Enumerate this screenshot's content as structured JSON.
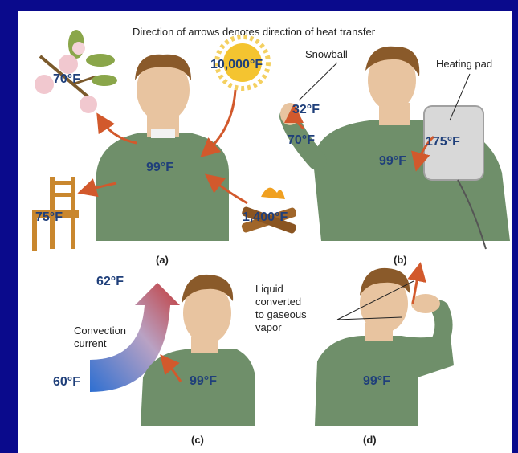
{
  "title": "Direction of arrows denotes direction of heat transfer",
  "colors": {
    "background": "#0a0a8c",
    "temperature_text": "#1f3f7a",
    "sweater": "#6f8f6a",
    "arrow": "#d2592c",
    "hot": "#c23a3a",
    "cold": "#2e6fd1"
  },
  "panel_a": {
    "caption": "(a)",
    "flower_temp": "70°F",
    "sun_temp": "10,000°F",
    "body_temp": "99°F",
    "chair_temp": "75°F",
    "fire_temp": "1,400°F"
  },
  "panel_b": {
    "caption": "(b)",
    "snowball_label": "Snowball",
    "heating_pad_label": "Heating pad",
    "snowball_temp": "32°F",
    "hand_temp": "70°F",
    "body_temp": "99°F",
    "pad_temp": "175°F"
  },
  "panel_c": {
    "caption": "(c)",
    "hot_temp": "62°F",
    "cold_temp": "60°F",
    "convection_line1": "Convection",
    "convection_line2": "current",
    "body_temp": "99°F"
  },
  "panel_d": {
    "caption": "(d)",
    "liquid_line1": "Liquid",
    "liquid_line2": "converted",
    "liquid_line3": "to gaseous",
    "liquid_line4": "vapor",
    "body_temp": "99°F"
  }
}
